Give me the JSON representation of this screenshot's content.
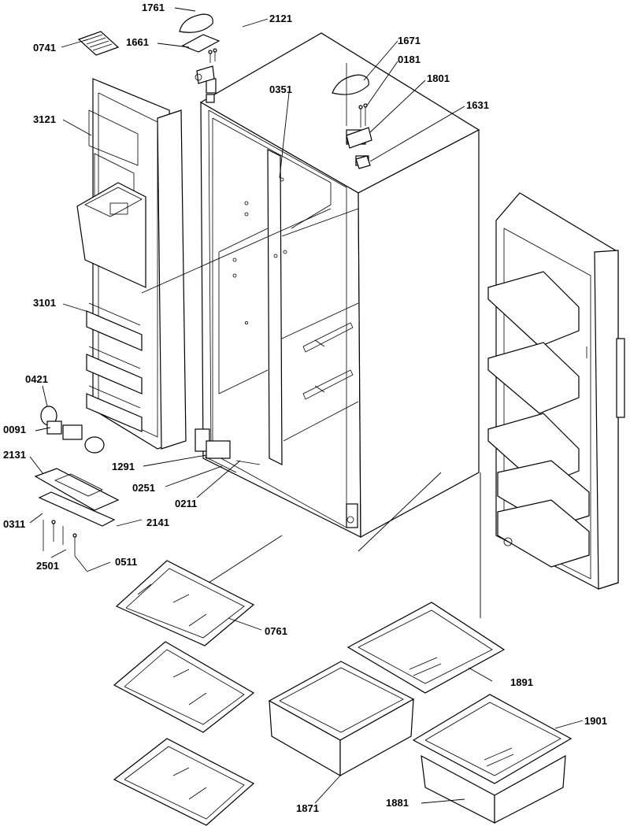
{
  "labels": {
    "p1761": "1761",
    "p2121": "2121",
    "p0741": "0741",
    "p1661": "1661",
    "p1671": "1671",
    "p0181": "0181",
    "p1801": "1801",
    "p0351": "0351",
    "p1631": "1631",
    "p3121": "3121",
    "p3101": "3101",
    "p0421": "0421",
    "p0091": "0091",
    "p2131": "2131",
    "p1291": "1291",
    "p0251": "0251",
    "p0211": "0211",
    "p0311": "0311",
    "p2141": "2141",
    "p2501": "2501",
    "p0511": "0511",
    "p0761": "0761",
    "p1891": "1891",
    "p1901": "1901",
    "p1871": "1871",
    "p1881": "1881"
  }
}
